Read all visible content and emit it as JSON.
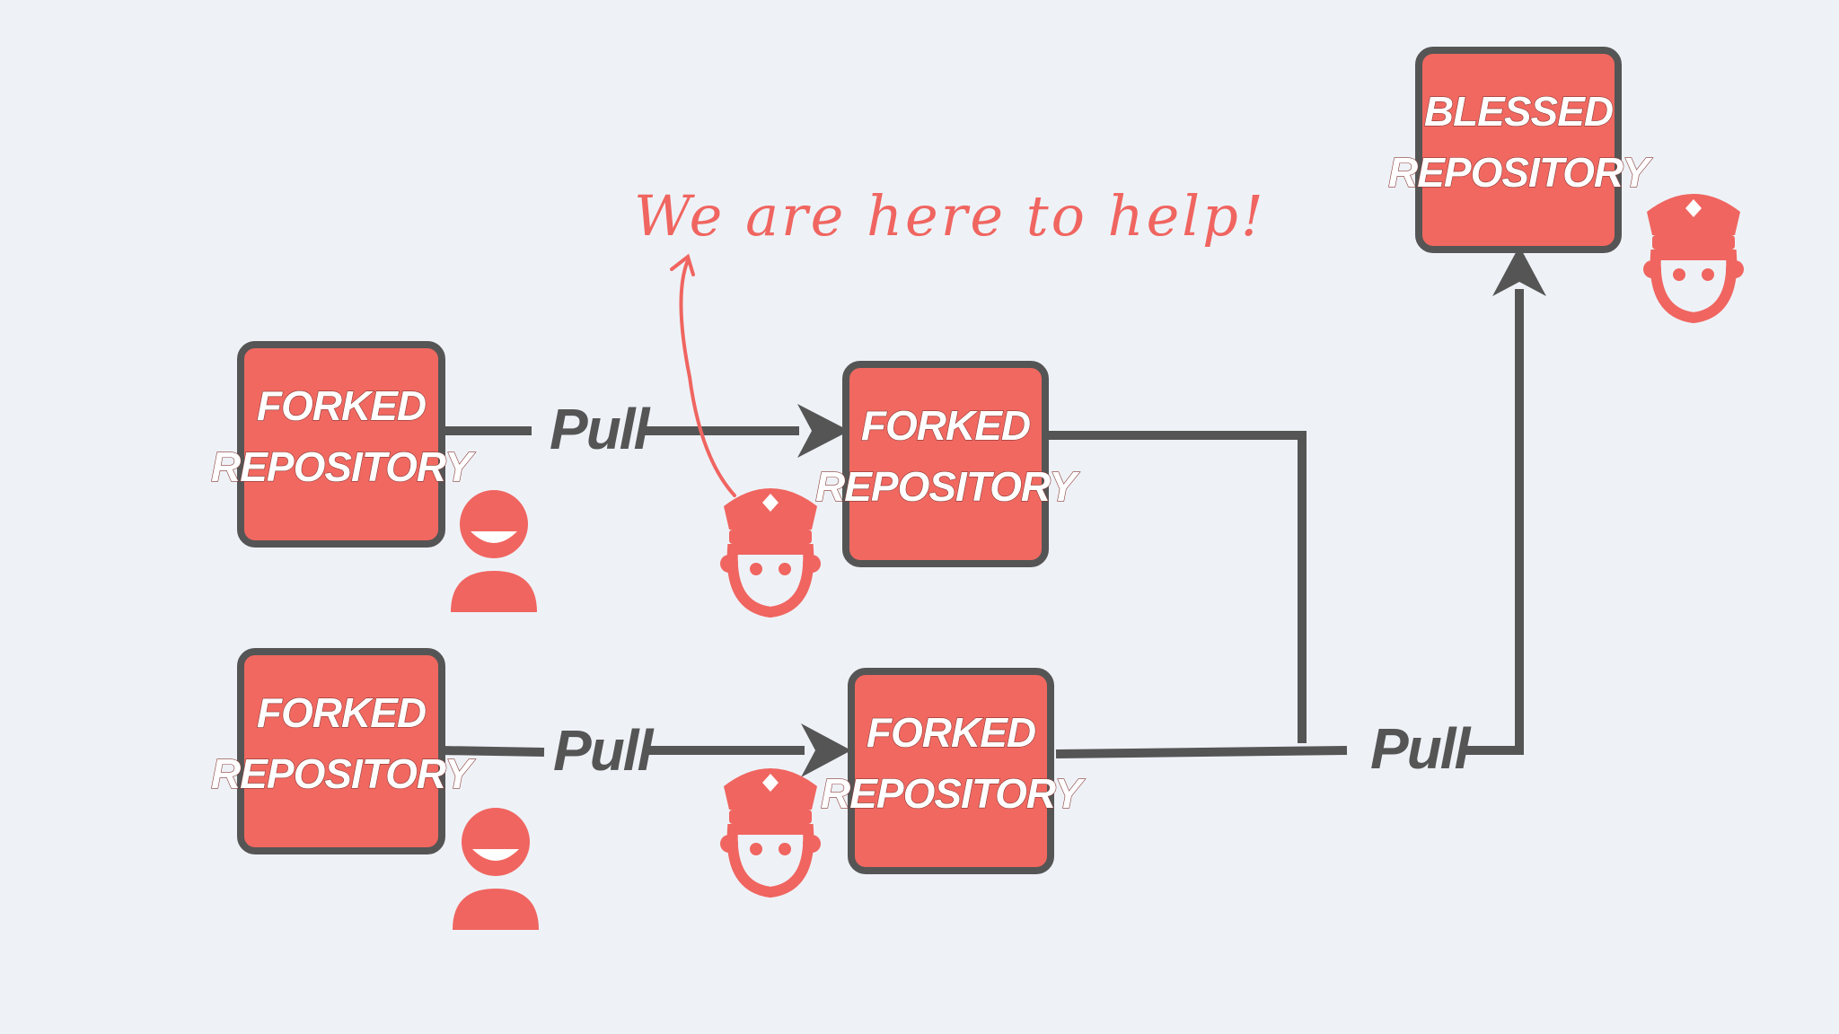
{
  "colors": {
    "background": "#eef2f7",
    "box_fill": "#f16860",
    "box_stroke": "#555555",
    "line": "#555555",
    "accent": "#f06560"
  },
  "annotation": {
    "text": "We are here to help!"
  },
  "repos": {
    "forked_top_left": {
      "line1": "FORKED",
      "line2": "REPOSITORY"
    },
    "forked_top_mid": {
      "line1": "FORKED",
      "line2": "REPOSITORY"
    },
    "forked_bottom_left": {
      "line1": "FORKED",
      "line2": "REPOSITORY"
    },
    "forked_bottom_mid": {
      "line1": "FORKED",
      "line2": "REPOSITORY"
    },
    "blessed": {
      "line1": "BLESSED",
      "line2": "REPOSITORY"
    }
  },
  "edges": {
    "pull_top": "Pull",
    "pull_bottom": "Pull",
    "pull_final": "Pull"
  },
  "icons": {
    "developer": "person-icon",
    "maintainer": "police-officer-icon"
  }
}
